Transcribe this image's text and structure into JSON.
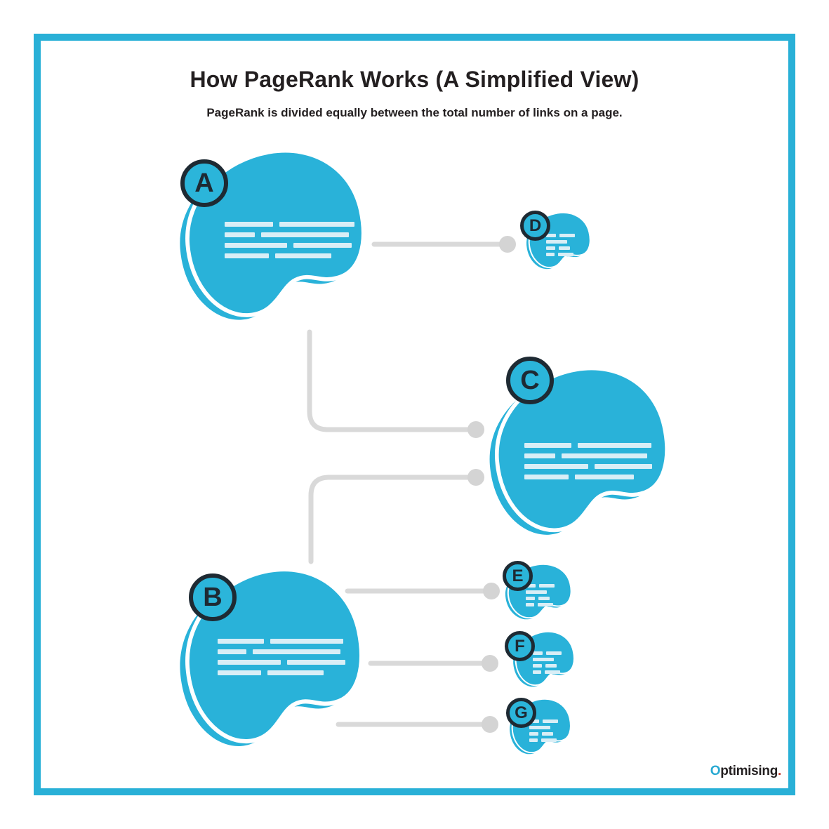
{
  "header": {
    "title": "How PageRank Works (A Simplified View)",
    "subtitle": "PageRank is divided equally between the total number of links on a page."
  },
  "diagram": {
    "nodes": [
      {
        "id": "A",
        "label": "A",
        "size": "large"
      },
      {
        "id": "B",
        "label": "B",
        "size": "large"
      },
      {
        "id": "C",
        "label": "C",
        "size": "large"
      },
      {
        "id": "D",
        "label": "D",
        "size": "small"
      },
      {
        "id": "E",
        "label": "E",
        "size": "small"
      },
      {
        "id": "F",
        "label": "F",
        "size": "small"
      },
      {
        "id": "G",
        "label": "G",
        "size": "small"
      }
    ],
    "links": [
      {
        "from": "A",
        "to": "D"
      },
      {
        "from": "A",
        "to": "C"
      },
      {
        "from": "B",
        "to": "C"
      },
      {
        "from": "B",
        "to": "E"
      },
      {
        "from": "B",
        "to": "F"
      },
      {
        "from": "B",
        "to": "G"
      }
    ]
  },
  "colors": {
    "accent_cyan": "#29b2d9",
    "frame_cyan": "#29b0d7",
    "connector_gray": "#d9d9d9",
    "endpoint_dot_gray": "#d4d4d4",
    "badge_dark": "#1e2a33",
    "text_dark": "#231f20",
    "placeholder_bar": "#d9eef6",
    "logo_period_red": "#c0392b"
  },
  "logo": {
    "o": "O",
    "rest": "ptimising",
    "period": "."
  }
}
